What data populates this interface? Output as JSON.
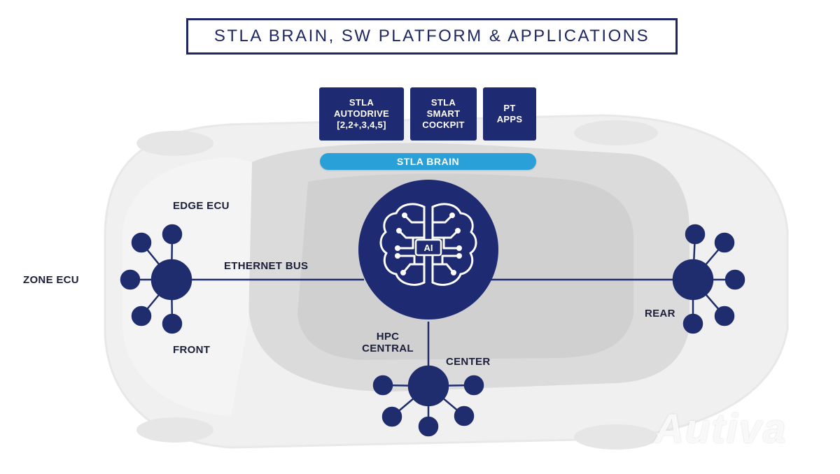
{
  "title": "STLA BRAIN, SW PLATFORM & APPLICATIONS",
  "apps": [
    {
      "label": "STLA\nAUTODRIVE\n[2,2+,3,4,5]"
    },
    {
      "label": "STLA\nSMART\nCOCKPIT"
    },
    {
      "label": "PT\nAPPS"
    }
  ],
  "platform_label": "STLA BRAIN",
  "hub_label": "AI",
  "labels": {
    "edge_ecu": "EDGE ECU",
    "zone_ecu": "ZONE ECU",
    "ethernet_bus": "ETHERNET BUS",
    "front": "FRONT",
    "hpc_central": "HPC\nCENTRAL",
    "center": "CENTER",
    "rear": "REAR"
  },
  "watermark": "Autiva",
  "colors": {
    "navy": "#1e2a72",
    "title_navy": "#1e2763",
    "brain_blue": "#2aa0d8",
    "node_navy": "#1f2d6e"
  }
}
